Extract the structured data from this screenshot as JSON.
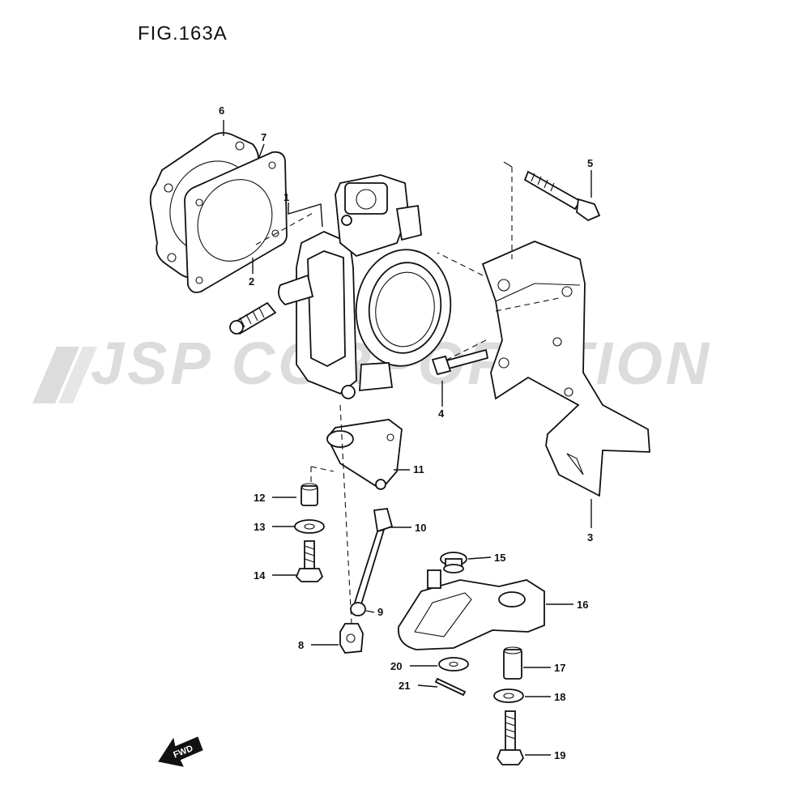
{
  "figure": {
    "title": "FIG.163A"
  },
  "watermark": {
    "text": "JSP CORPORATION"
  },
  "direction_badge": {
    "label": "FWD"
  },
  "callouts": [
    {
      "id": "1",
      "label": "1"
    },
    {
      "id": "2",
      "label": "2"
    },
    {
      "id": "3",
      "label": "3"
    },
    {
      "id": "4",
      "label": "4"
    },
    {
      "id": "5",
      "label": "5"
    },
    {
      "id": "6",
      "label": "6"
    },
    {
      "id": "7",
      "label": "7"
    },
    {
      "id": "8",
      "label": "8"
    },
    {
      "id": "9",
      "label": "9"
    },
    {
      "id": "10",
      "label": "10"
    },
    {
      "id": "11",
      "label": "11"
    },
    {
      "id": "12",
      "label": "12"
    },
    {
      "id": "13",
      "label": "13"
    },
    {
      "id": "14",
      "label": "14"
    },
    {
      "id": "15",
      "label": "15"
    },
    {
      "id": "16",
      "label": "16"
    },
    {
      "id": "17",
      "label": "17"
    },
    {
      "id": "18",
      "label": "18"
    },
    {
      "id": "19",
      "label": "19"
    },
    {
      "id": "20",
      "label": "20"
    },
    {
      "id": "21",
      "label": "21"
    }
  ]
}
